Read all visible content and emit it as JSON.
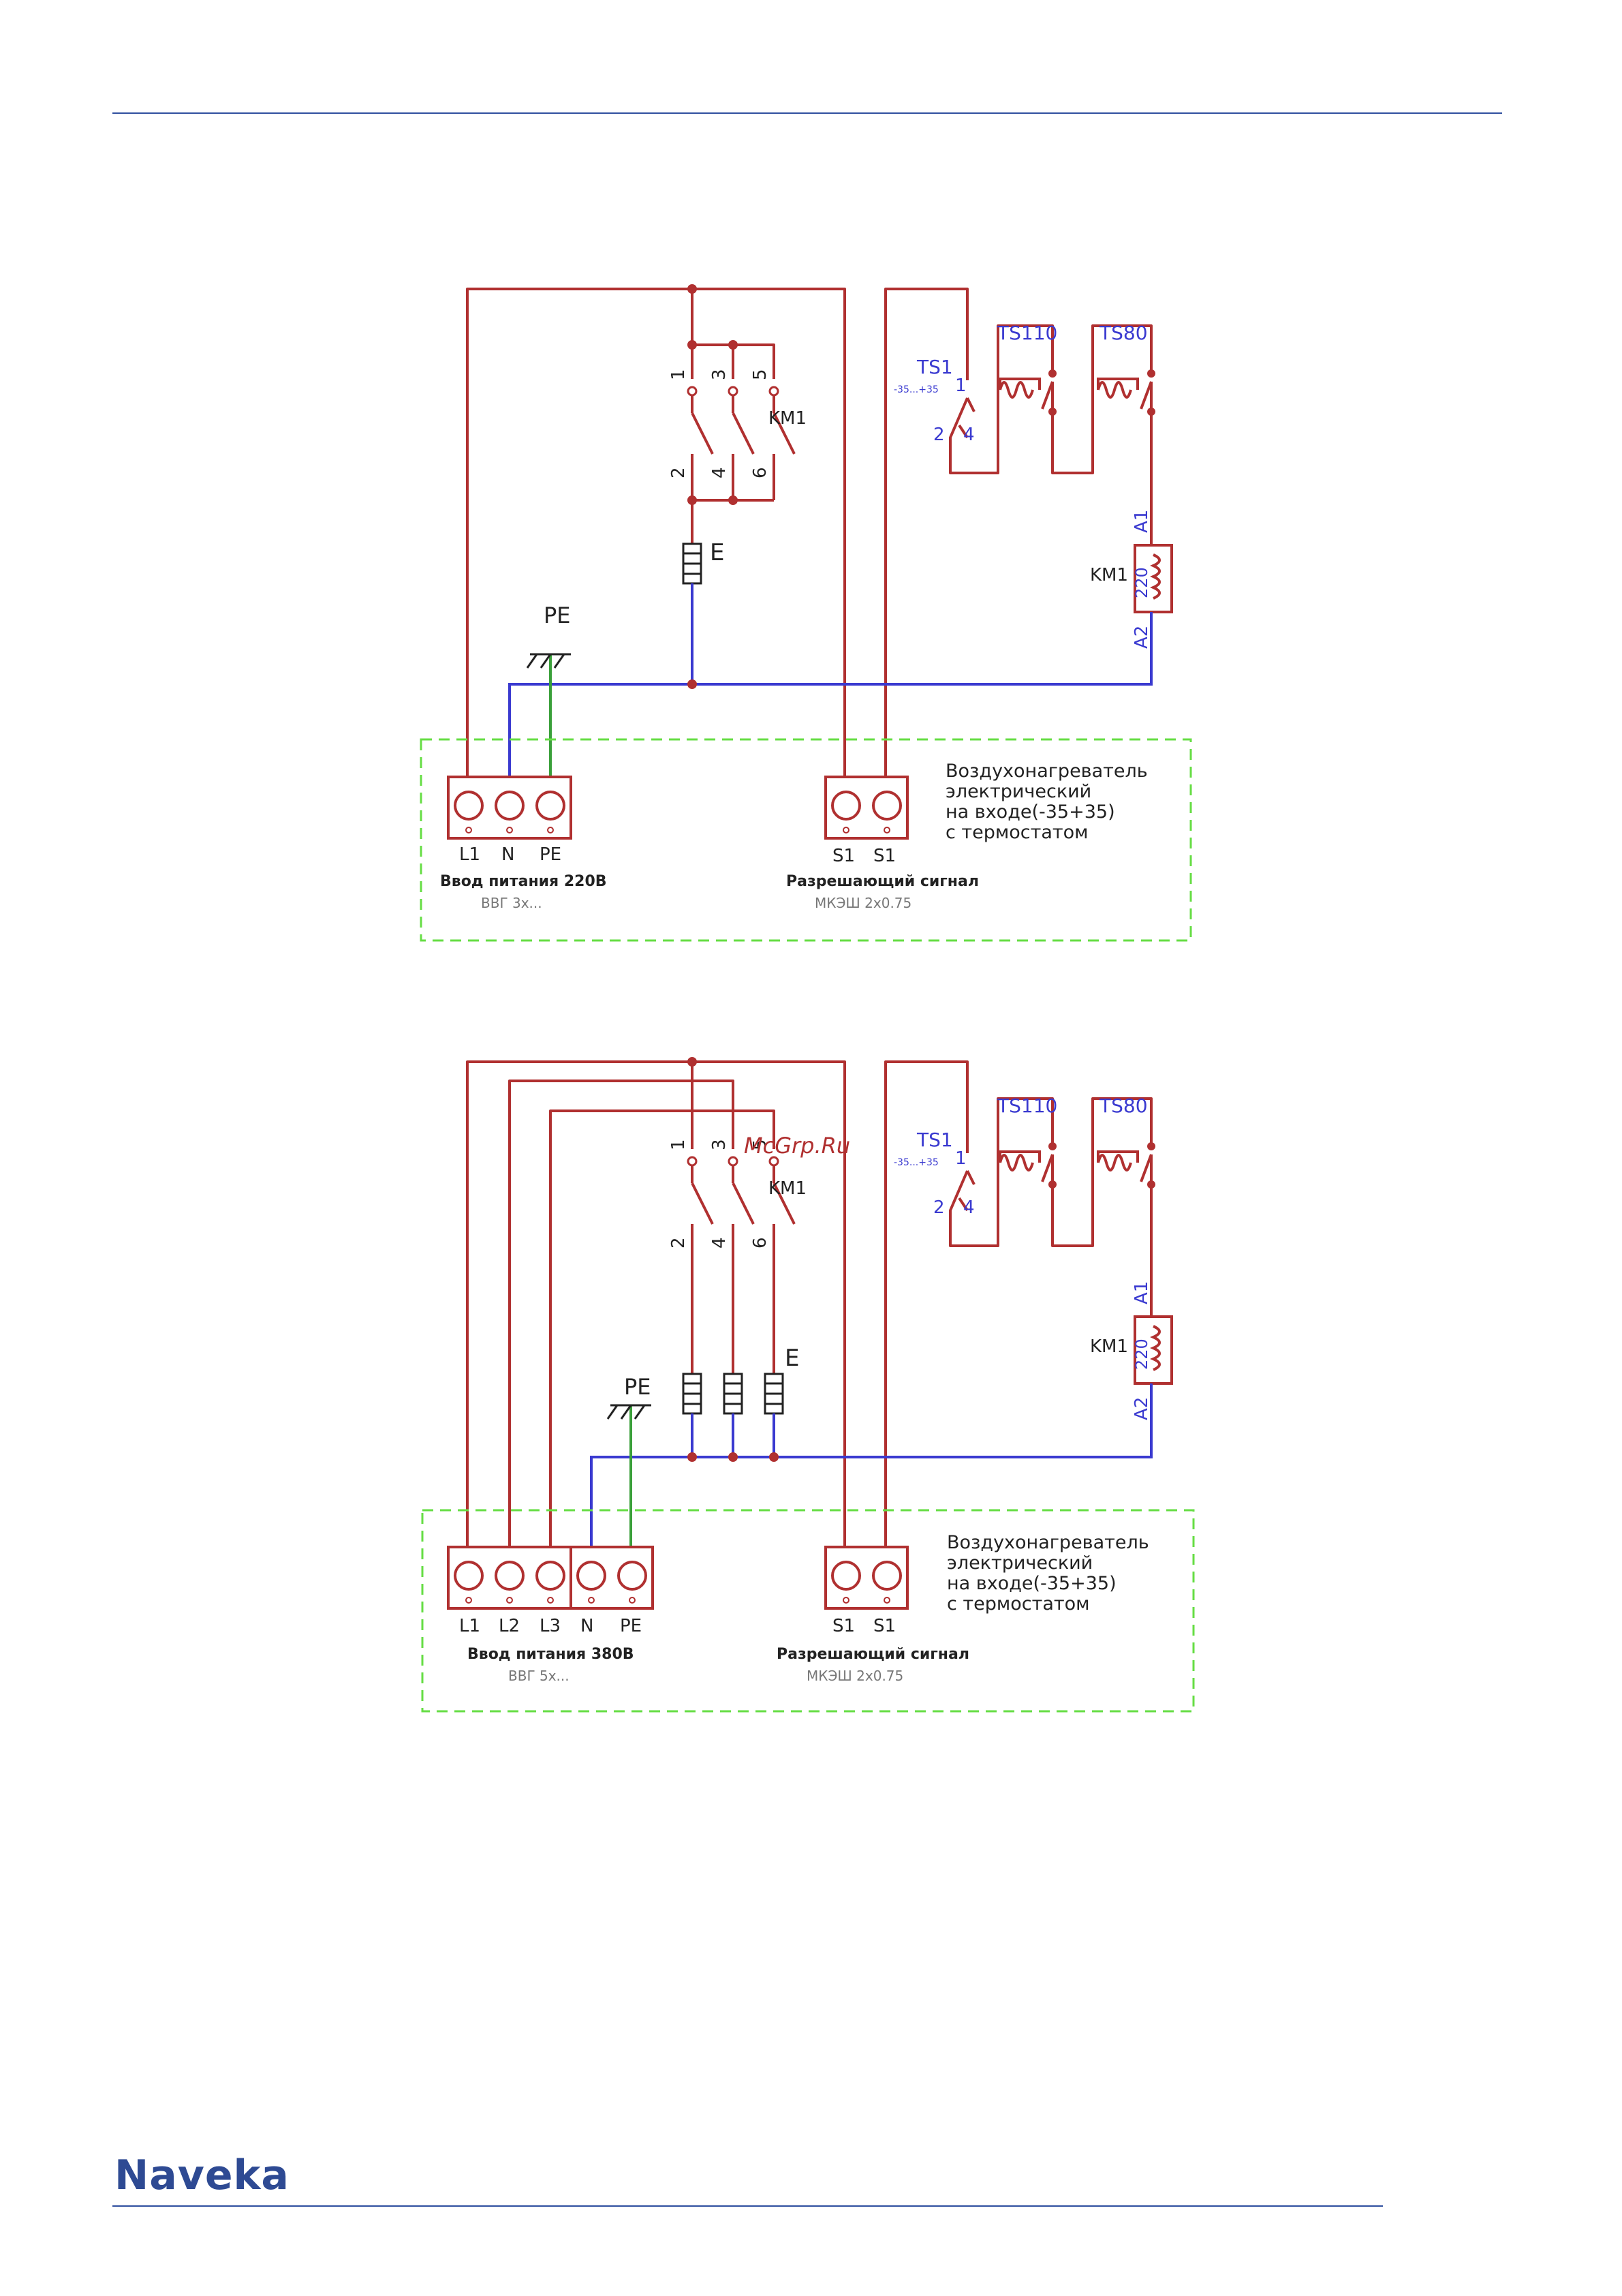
{
  "colors": {
    "red": "#b03030",
    "blue": "#3a3ad0",
    "green": "#3aa03a",
    "dash": "#66dd44",
    "text": "#222222",
    "gray": "#777777",
    "accent": "#2e4a93"
  },
  "logo": "Naveka",
  "watermark": "McGrp.Ru",
  "diagram1": {
    "breaker": {
      "label": "KM1",
      "top_pins": [
        "1",
        "3",
        "5"
      ],
      "bottom_pins": [
        "2",
        "4",
        "6"
      ]
    },
    "heater_label": "E",
    "pe_label": "PE",
    "ts1": {
      "label": "TS1",
      "range": "-35...+35",
      "pin1": "1",
      "pin2": "2",
      "pin4": "4"
    },
    "ts110": "TS110",
    "ts80": "TS80",
    "coil": {
      "label": "KM1",
      "a1": "A1",
      "a2": "A2",
      "voltage": "220"
    },
    "terminal_power": {
      "labels": [
        "L1",
        "N",
        "PE"
      ],
      "title": "Ввод питания 220В",
      "cable": "ВВГ 3х..."
    },
    "terminal_signal": {
      "labels": [
        "S1",
        "S1"
      ],
      "title": "Разрешающий сигнал",
      "cable": "МКЭШ 2х0.75"
    },
    "description": [
      "Воздухонагреватель",
      "электрический",
      "на входе(-35+35)",
      "с термостатом"
    ]
  },
  "diagram2": {
    "breaker": {
      "label": "KM1",
      "top_pins": [
        "1",
        "3",
        "5"
      ],
      "bottom_pins": [
        "2",
        "4",
        "6"
      ]
    },
    "heater_label": "E",
    "pe_label": "PE",
    "ts1": {
      "label": "TS1",
      "range": "-35...+35",
      "pin1": "1",
      "pin2": "2",
      "pin4": "4"
    },
    "ts110": "TS110",
    "ts80": "TS80",
    "coil": {
      "label": "KM1",
      "a1": "A1",
      "a2": "A2",
      "voltage": "220"
    },
    "terminal_power": {
      "labels": [
        "L1",
        "L2",
        "L3",
        "N",
        "PE"
      ],
      "title": "Ввод питания 380В",
      "cable": "ВВГ 5х..."
    },
    "terminal_signal": {
      "labels": [
        "S1",
        "S1"
      ],
      "title": "Разрешающий сигнал",
      "cable": "МКЭШ 2х0.75"
    },
    "description": [
      "Воздухонагреватель",
      "электрический",
      "на входе(-35+35)",
      "с термостатом"
    ]
  }
}
